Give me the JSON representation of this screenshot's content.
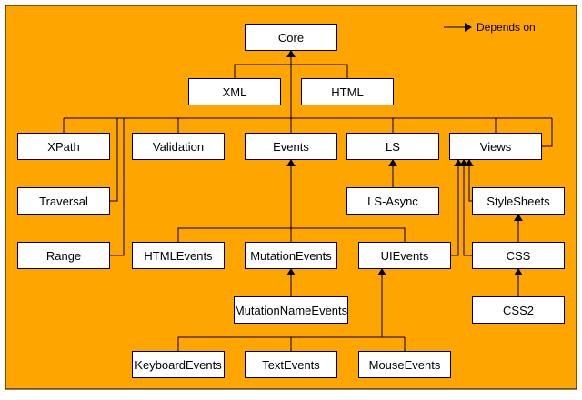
{
  "diagram": {
    "background_color": "#FFA500",
    "legend": {
      "label": "Depends on"
    },
    "nodes": {
      "core": "Core",
      "xml": "XML",
      "html": "HTML",
      "xpath": "XPath",
      "validation": "Validation",
      "events": "Events",
      "ls": "LS",
      "views": "Views",
      "traversal": "Traversal",
      "ls_async": "LS-Async",
      "stylesheets": "StyleSheets",
      "range": "Range",
      "htmlevents": "HTMLEvents",
      "mutationevents": "MutationEvents",
      "uievents": "UIEvents",
      "css": "CSS",
      "mutationnameevents": "MutationNameEvents",
      "css2": "CSS2",
      "keyboardevents": "KeyboardEvents",
      "textevents": "TextEvents",
      "mouseevents": "MouseEvents"
    },
    "dependencies": [
      {
        "from": "xml",
        "to": "core"
      },
      {
        "from": "html",
        "to": "core"
      },
      {
        "from": "xpath",
        "to": "core"
      },
      {
        "from": "validation",
        "to": "core"
      },
      {
        "from": "events",
        "to": "core"
      },
      {
        "from": "ls",
        "to": "core"
      },
      {
        "from": "views",
        "to": "core"
      },
      {
        "from": "traversal",
        "to": "core"
      },
      {
        "from": "range",
        "to": "core"
      },
      {
        "from": "ls_async",
        "to": "ls"
      },
      {
        "from": "htmlevents",
        "to": "events"
      },
      {
        "from": "mutationevents",
        "to": "events"
      },
      {
        "from": "uievents",
        "to": "events"
      },
      {
        "from": "mutationnameevents",
        "to": "mutationevents"
      },
      {
        "from": "keyboardevents",
        "to": "uievents"
      },
      {
        "from": "textevents",
        "to": "uievents"
      },
      {
        "from": "mouseevents",
        "to": "uievents"
      },
      {
        "from": "uievents",
        "to": "views"
      },
      {
        "from": "stylesheets",
        "to": "views"
      },
      {
        "from": "css",
        "to": "views"
      },
      {
        "from": "css",
        "to": "stylesheets"
      },
      {
        "from": "css2",
        "to": "css"
      }
    ]
  }
}
